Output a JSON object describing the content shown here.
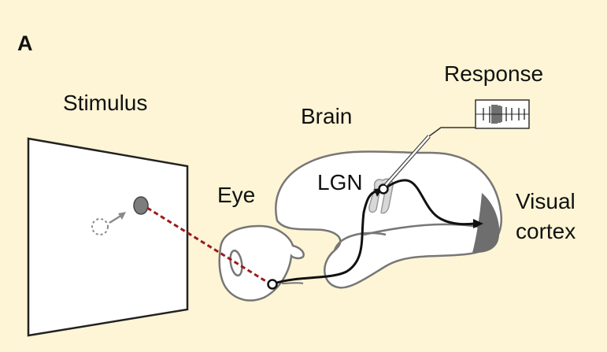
{
  "panel_label": "A",
  "labels": {
    "stimulus": "Stimulus",
    "brain": "Brain",
    "response": "Response",
    "eye": "Eye",
    "lgn": "LGN",
    "visual_cortex_line1": "Visual",
    "visual_cortex_line2": "cortex"
  },
  "colors": {
    "background": "#fdf5d5",
    "outline": "#777777",
    "stroke": "#111111",
    "retinal_projection": "#9b1b1b",
    "cortex_fill": "#6e6e6e",
    "lgn_fill": "#d0d0d0",
    "stimulus_dot": "#7d7d7d"
  },
  "icons": {
    "stimulus_motion": "arrow-icon",
    "recording_electrode": "electrode-icon",
    "spike_raster": "spike-train-icon"
  }
}
